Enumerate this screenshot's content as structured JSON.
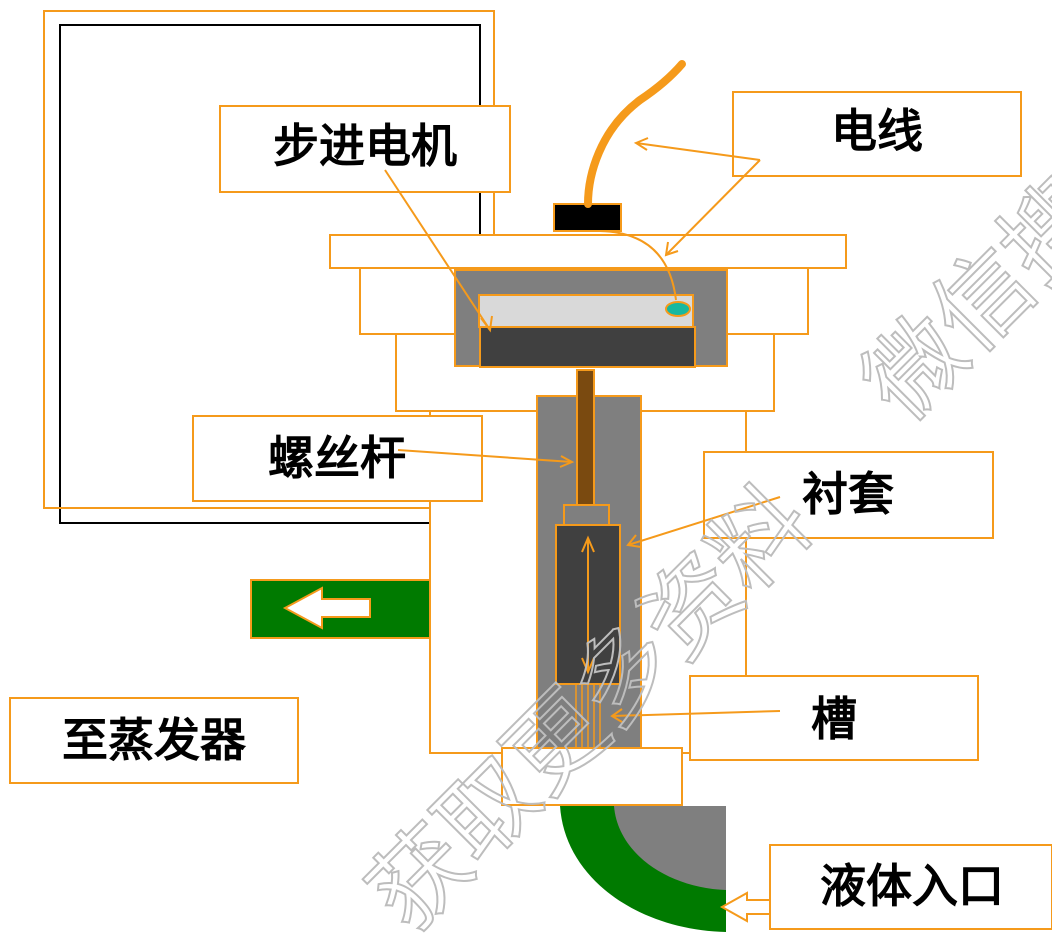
{
  "labels": {
    "motor": "步进电机",
    "wire": "电线",
    "screw": "螺丝杆",
    "sleeve": "衬套",
    "groove": "槽",
    "to_evaporator": "至蒸发器",
    "liquid_inlet": "液体入口"
  },
  "watermark": {
    "line1": "获取更多资料",
    "line2": "微信搜"
  },
  "colors": {
    "orange": "#f59a1b",
    "green": "#007a00",
    "dark_gray": "#404040",
    "mid_gray": "#7f7f7f",
    "light_gray": "#d9d9d9",
    "teal": "#17b8a0",
    "black": "#000000"
  }
}
